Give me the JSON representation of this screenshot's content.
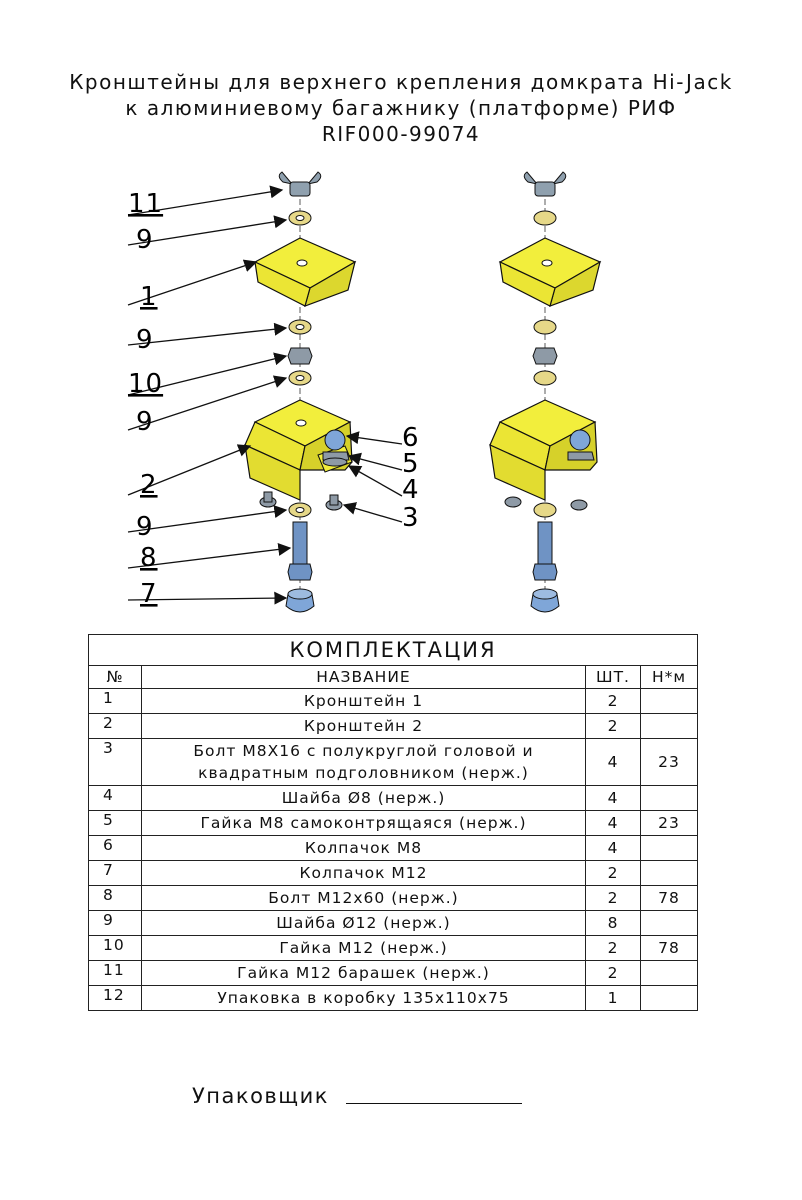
{
  "header": {
    "line1": "Кронштейны для верхнего крепления домкрата Hi-Jack",
    "line2": "к алюминиевому багажнику (платформе) РИФ",
    "line3": "RIF000-99074"
  },
  "callouts": [
    "11",
    "9",
    "1",
    "9",
    "10",
    "9",
    "2",
    "9",
    "8",
    "7",
    "6",
    "5",
    "4",
    "3"
  ],
  "colors": {
    "bracket": "#f2ee3c",
    "metal": "#8e9aa6",
    "washer": "#e8d98a",
    "bolt": "#6f93c4"
  },
  "table": {
    "caption": "КОМПЛЕКТАЦИЯ",
    "columns": [
      "№",
      "НАЗВАНИЕ",
      "ШТ.",
      "Н*м"
    ],
    "rows": [
      {
        "num": "1",
        "name": "Кронштейн 1",
        "qty": "2",
        "torque": ""
      },
      {
        "num": "2",
        "name": "Кронштейн 2",
        "qty": "2",
        "torque": ""
      },
      {
        "num": "3",
        "name": "Болт М8Х16 с полукруглой головой и квадратным подголовником (нерж.)",
        "qty": "4",
        "torque": "23"
      },
      {
        "num": "4",
        "name": "Шайба Ø8 (нерж.)",
        "qty": "4",
        "torque": ""
      },
      {
        "num": "5",
        "name": "Гайка М8 самоконтрящаяся (нерж.)",
        "qty": "4",
        "torque": "23"
      },
      {
        "num": "6",
        "name": "Колпачок М8",
        "qty": "4",
        "torque": ""
      },
      {
        "num": "7",
        "name": "Колпачок М12",
        "qty": "2",
        "torque": ""
      },
      {
        "num": "8",
        "name": "Болт М12х60 (нерж.)",
        "qty": "2",
        "torque": "78"
      },
      {
        "num": "9",
        "name": "Шайба Ø12 (нерж.)",
        "qty": "8",
        "torque": ""
      },
      {
        "num": "10",
        "name": "Гайка М12 (нерж.)",
        "qty": "2",
        "torque": "78"
      },
      {
        "num": "11",
        "name": "Гайка М12 барашек (нерж.)",
        "qty": "2",
        "torque": ""
      },
      {
        "num": "12",
        "name": "Упаковка в коробку 135х110х75",
        "qty": "1",
        "torque": ""
      }
    ]
  },
  "footer": {
    "packer_label": "Упаковщик"
  }
}
